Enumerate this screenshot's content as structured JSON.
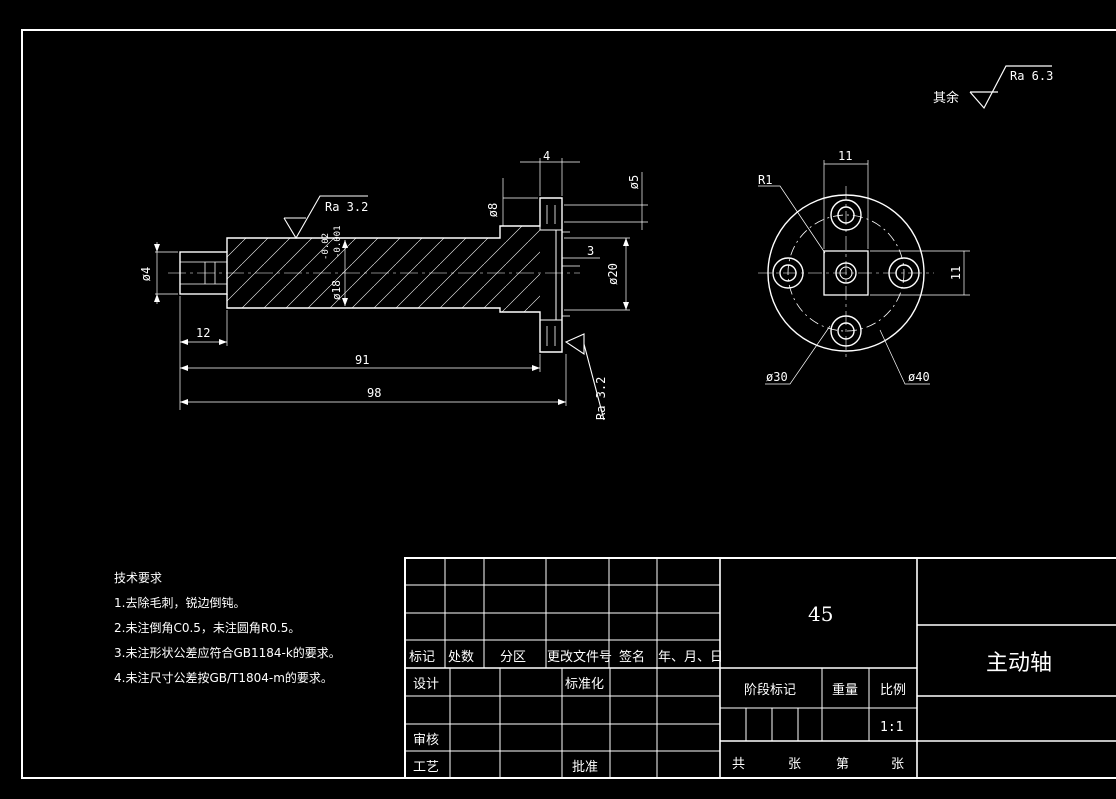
{
  "surface_note": {
    "label": "其余",
    "roughness": "Ra 6.3"
  },
  "front_view": {
    "roughness_top": "Ra 3.2",
    "roughness_flange": "Ra 3.2",
    "dims": {
      "d4": "ø4",
      "len12": "12",
      "len91": "91",
      "len98": "98",
      "shaft": "ø18",
      "tol_upper": "-0.02",
      "tol_lower": "-0.001",
      "flange_w": "4",
      "d8": "ø8",
      "d5": "ø5",
      "d20": "ø20",
      "step3": "3"
    }
  },
  "side_view": {
    "r1": "R1",
    "w11_top": "11",
    "w11_side": "11",
    "d30": "ø30",
    "d40": "ø40"
  },
  "notes": {
    "title": "技术要求",
    "items": [
      "1.去除毛刺，锐边倒钝。",
      "2.未注倒角C0.5，未注圆角R0.5。",
      "3.未注形状公差应符合GB1184-k的要求。",
      "4.未注尺寸公差按GB/T1804-m的要求。"
    ]
  },
  "title_block": {
    "material": "45",
    "part_name": "主动轴",
    "rev_headers": [
      "标记",
      "处数",
      "分区",
      "更改文件号",
      "签名",
      "年、月、日"
    ],
    "sign_rows": [
      "设计",
      "审核",
      "工艺"
    ],
    "standardize": "标准化",
    "approve": "批准",
    "stage_label": "阶段标记",
    "weight_label": "重量",
    "scale_label": "比例",
    "scale_value": "1:1",
    "total": "共",
    "sheets1": "张",
    "sheet_no": "第",
    "sheets2": "张"
  },
  "colors": {
    "background": "#000000",
    "line": "#ffffff"
  }
}
